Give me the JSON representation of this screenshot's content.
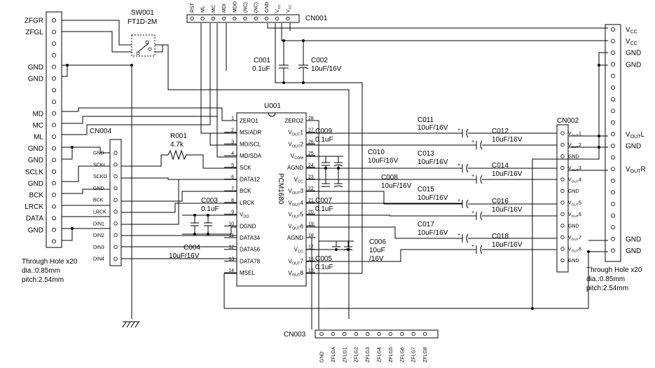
{
  "ic": {
    "ref": "U001",
    "part": "PCM1680"
  },
  "switch": {
    "ref": "SW001",
    "part": "FT1D-2M"
  },
  "resistor": {
    "ref": "R001",
    "value": "4.7k"
  },
  "connector_notes": {
    "left": [
      "Through Hole x20",
      "dia.:0.85mm",
      "pitch:2.54mm"
    ],
    "right": [
      "Through Hole x20",
      "dia.:0.85mm",
      "pitch:2.54mm"
    ]
  },
  "left_labels": [
    "ZFGR",
    "ZFGL",
    "GND",
    "GND",
    "MD",
    "MC",
    "ML",
    "GND",
    "GND",
    "SCLK",
    "GND",
    "BCK",
    "LRCK",
    "DATA",
    "GND"
  ],
  "right_labels": [
    "VCC",
    "VCC",
    "GND",
    "GND",
    "VOUTL",
    "GND",
    "VOUTR",
    "GND",
    "GND"
  ],
  "cn001": {
    "ref": "CN001",
    "pins": [
      "RST",
      "ML",
      "MC",
      "MDI",
      "MDO",
      "(NC)",
      "(NC)",
      "GND",
      "VCC",
      "VCC"
    ]
  },
  "cn002": {
    "ref": "CN002",
    "pins": [
      "VOUT1",
      "VOUT2",
      "GND",
      "VOUT3",
      "VOUT4",
      "GND",
      "VOUT5",
      "VOUT6",
      "GND",
      "VOUT7",
      "VOUT8",
      "GND"
    ]
  },
  "cn003": {
    "ref": "CN003",
    "pins": [
      "GND",
      "ZFLGA",
      "ZFLG1",
      "ZFLG2",
      "ZFLG3",
      "ZFLG4",
      "ZFLG5",
      "ZFLG6",
      "ZFLG7",
      "ZFLG8"
    ]
  },
  "cn004": {
    "ref": "CN004",
    "pins": [
      "GND",
      "SCKI",
      "SCKO",
      "GND",
      "BCK",
      "LRCK",
      "DIN1",
      "DIN2",
      "DIN3",
      "DIN4"
    ]
  },
  "ic_left_pins": [
    {
      "n": "1",
      "name": "ZERO1"
    },
    {
      "n": "2",
      "name": "MS/ADR"
    },
    {
      "n": "3",
      "name": "MD/SCL"
    },
    {
      "n": "4",
      "name": "MD/SDA"
    },
    {
      "n": "5",
      "name": "SCK"
    },
    {
      "n": "6",
      "name": "DATA12"
    },
    {
      "n": "7",
      "name": "BCK"
    },
    {
      "n": "8",
      "name": "LRCK"
    },
    {
      "n": "9",
      "name": "VDD"
    },
    {
      "n": "10",
      "name": "DGND"
    },
    {
      "n": "11",
      "name": "DATA34"
    },
    {
      "n": "12",
      "name": "DATA56"
    },
    {
      "n": "13",
      "name": "DATA78"
    },
    {
      "n": "14",
      "name": "MSEL"
    }
  ],
  "ic_right_pins": [
    {
      "n": "28",
      "name": "ZERO2"
    },
    {
      "n": "27",
      "name": "VOUT1"
    },
    {
      "n": "26",
      "name": "VOUT2"
    },
    {
      "n": "25",
      "name": "VCOM"
    },
    {
      "n": "24",
      "name": "AGND"
    },
    {
      "n": "23",
      "name": "VCC"
    },
    {
      "n": "22",
      "name": "VOUT3"
    },
    {
      "n": "21",
      "name": "VOUT4"
    },
    {
      "n": "20",
      "name": "VOUT5"
    },
    {
      "n": "19",
      "name": "VOUT6"
    },
    {
      "n": "18",
      "name": "AGND"
    },
    {
      "n": "17",
      "name": "VCC"
    },
    {
      "n": "16",
      "name": "VOUT7"
    },
    {
      "n": "15",
      "name": "VOUT8"
    }
  ],
  "caps": {
    "c001": {
      "ref": "C001",
      "value": "0.1uF"
    },
    "c002": {
      "ref": "C002",
      "value": "10uF/16V"
    },
    "c003": {
      "ref": "C003",
      "value": "0.1uF"
    },
    "c004": {
      "ref": "C004",
      "value": "10uF/16V"
    },
    "c005": {
      "ref": "C005",
      "value": "0.1uF"
    },
    "c006": {
      "ref": "C006",
      "value": "10uF",
      "value2": "/16V"
    },
    "c007": {
      "ref": "C007",
      "value": "0.1uF"
    },
    "c008": {
      "ref": "C008",
      "value": "10uF/16V"
    },
    "c009": {
      "ref": "C009",
      "value": "0.1uF"
    },
    "c010": {
      "ref": "C010",
      "value": "10uF/16V"
    },
    "c011": {
      "ref": "C011",
      "value": "10uF/16V"
    },
    "c012": {
      "ref": "C012",
      "value": "10uF/16V"
    },
    "c013": {
      "ref": "C013",
      "value": "10uF/16V"
    },
    "c014": {
      "ref": "C014",
      "value": "10uF/16V"
    },
    "c015": {
      "ref": "C015",
      "value": "10uF/16V"
    },
    "c016": {
      "ref": "C016",
      "value": "10uF/16V"
    },
    "c017": {
      "ref": "C017",
      "value": "10uF/16V"
    },
    "c018": {
      "ref": "C018",
      "value": "10uF/16V"
    }
  }
}
